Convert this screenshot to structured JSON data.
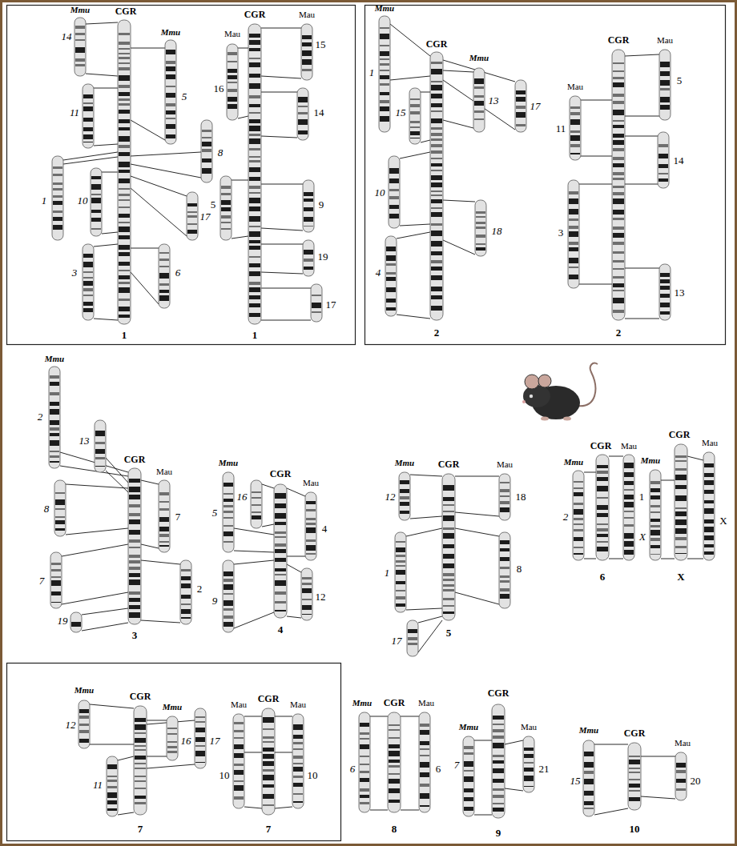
{
  "diagram": {
    "labels": [
      "Mmu",
      "CGR",
      "Mmu",
      "14",
      "11",
      "5",
      "8",
      "1",
      "10",
      "17",
      "3",
      "6",
      "1",
      "CGR",
      "Mau",
      "Mau",
      "15",
      "16",
      "14",
      "5",
      "9",
      "19",
      "17",
      "1",
      "Mmu",
      "1",
      "CGR",
      "Mmu",
      "15",
      "13",
      "17",
      "10",
      "18",
      "4",
      "2",
      "CGR",
      "Mau",
      "Mau",
      "5",
      "11",
      "14",
      "3",
      "13",
      "2",
      "Mmu",
      "2",
      "13",
      "CGR",
      "Mau",
      "8",
      "7",
      "7",
      "2",
      "19",
      "3",
      "Mmu",
      "16",
      "CGR",
      "Mau",
      "5",
      "4",
      "9",
      "12",
      "4",
      "Mmu",
      "CGR",
      "Mau",
      "12",
      "18",
      "1",
      "8",
      "17",
      "5",
      "CGR",
      "Mau",
      "Mmu",
      "2",
      "1",
      "6",
      "CGR",
      "Mau",
      "Mmu",
      "X",
      "X",
      "X",
      "Mmu",
      "CGR",
      "Mmu",
      "12",
      "16",
      "17",
      "11",
      "7",
      "Mau",
      "CGR",
      "Mau",
      "10",
      "10",
      "7",
      "Mmu",
      "CGR",
      "Mau",
      "6",
      "6",
      "8",
      "CGR",
      "Mmu",
      "Mau",
      "7",
      "21",
      "9",
      "Mmu",
      "CGR",
      "Mau",
      "15",
      "20",
      "10"
    ]
  }
}
